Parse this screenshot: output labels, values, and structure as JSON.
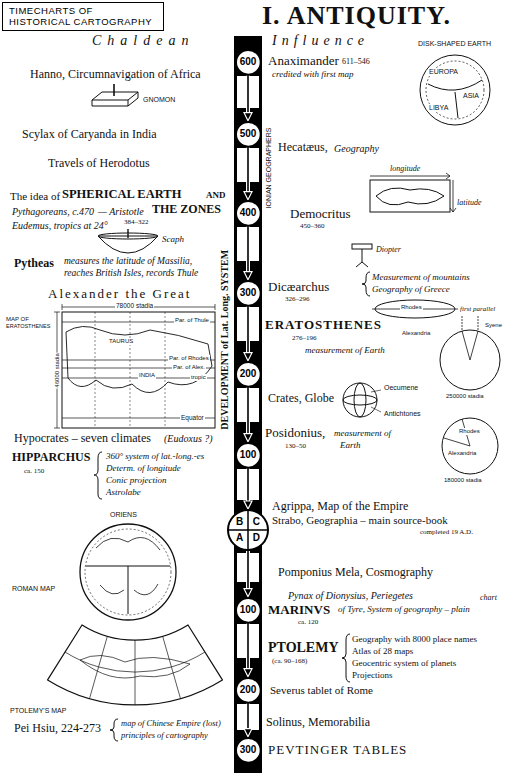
{
  "diagram": {
    "title": "TIMECHARTS OF HISTORICAL CARTOGRAPHY",
    "nodes": [
      {
        "text": [
          "600"
        ]
      },
      {
        "text": [
          "500"
        ]
      },
      {
        "text": [
          "400"
        ]
      },
      {
        "text": [
          "300"
        ]
      },
      {
        "text": [
          "200"
        ]
      },
      {
        "text": [
          "100"
        ]
      },
      {
        "text": [
          "B",
          "C",
          "A",
          "D"
        ]
      },
      {
        "text": [
          "100"
        ]
      },
      {
        "text": [
          "200"
        ]
      },
      {
        "text": [
          "300"
        ]
      }
    ],
    "edges": [
      {
        "from": 0,
        "to": 1,
        "arrow": "to"
      },
      {
        "from": 1,
        "to": 2,
        "arrow": "to"
      },
      {
        "from": 2,
        "to": 3,
        "arrow": "to"
      },
      {
        "from": 3,
        "to": 4,
        "arrow": "to"
      },
      {
        "from": 4,
        "to": 5,
        "arrow": "to"
      },
      {
        "from": 5,
        "to": 6,
        "arrow": "to"
      },
      {
        "from": 6,
        "to": 7,
        "arrow": "to"
      },
      {
        "from": 7,
        "to": 8,
        "arrow": "to"
      },
      {
        "from": 8,
        "to": 9,
        "arrow": "to"
      }
    ],
    "labels": [
      "I. ANTIQUITY.",
      "Chaldean",
      "Influence",
      "Hanno, Circumnavigation of Africa",
      "GNOMON",
      "Scylax of Caryanda in India",
      "Travels of Herodotus",
      "The idea of",
      "SPHERICAL EARTH",
      "AND",
      "Pythagoreans, c.470",
      "— Aristotle",
      "THE ZONES",
      "384–322",
      "Eudemus, tropics at 24°",
      "Scaph",
      "Pytheas",
      "measures the latitude of Massilia,",
      "reaches British Isles, records Thule",
      "Alexander the Great",
      "MAP OF",
      "ERATOSTHENES",
      "78000 stadia",
      "Par. of Thule",
      "TAURUS",
      "Par. of Rhodes",
      "Par. of Alex.",
      "tropic",
      "INDIA",
      "Equator",
      "46000 stadia",
      "Hypocrates – seven climates",
      "(Eudoxus ?)",
      "HIPPARCHUS",
      "ca. 150",
      "360° system of lat.-long.-es",
      "Determ. of longitude",
      "Conic projection",
      "Astrolabe",
      "ORIENS",
      "ROMAN MAP",
      "PTOLEMY'S MAP",
      "Pei Hsiu, 224-273",
      "map of Chinese Empire (lost)",
      "principles of cartography",
      "Anaximander",
      "611–546",
      "credited with first map",
      "DISK-SHAPED EARTH",
      "EUROPA",
      "ASIA",
      "LIBYA",
      "Hecatæus,",
      "Geography",
      "IONIAN GEOGRAPHERS",
      "longitude",
      "latitude",
      "Democritus",
      "450–360",
      "Diopter",
      "Dicæarchus",
      "326–296",
      "Measurement of mountains",
      "Geography of Greece",
      "Rhodes",
      "first parallel",
      "ERATOSTHENES",
      "276–196",
      "measurement of Earth",
      "Alexandria",
      "Syene",
      "250000 stadia",
      "Crates, Globe",
      "Oecumene",
      "Antichtones",
      "Posidonius,",
      "measurement of",
      "Earth",
      "130–50",
      "Rhodes",
      "Alexandria",
      "180000 stadia",
      "Agrippa, Map of the Empire",
      "Strabo, Geographia – main source-book",
      "completed 19 A.D.",
      "Pomponius Mela, Cosmography",
      "Pynax of Dionysius, Periegetes",
      "MARINVS",
      "of Tyre, System of geography – plain",
      "chart",
      "ca. 120",
      "PTOLEMY",
      "(ca. 90–168)",
      "Geography with 8000 place names",
      "Atlas of 28 maps",
      "Geocentric system of planets",
      "Projections",
      "Severus tablet of Rome",
      "Solinus, Memorabilia",
      "PEVTINGER TABLES",
      "DEVELOPMENT of Lat. Long. SYSTEM"
    ]
  }
}
